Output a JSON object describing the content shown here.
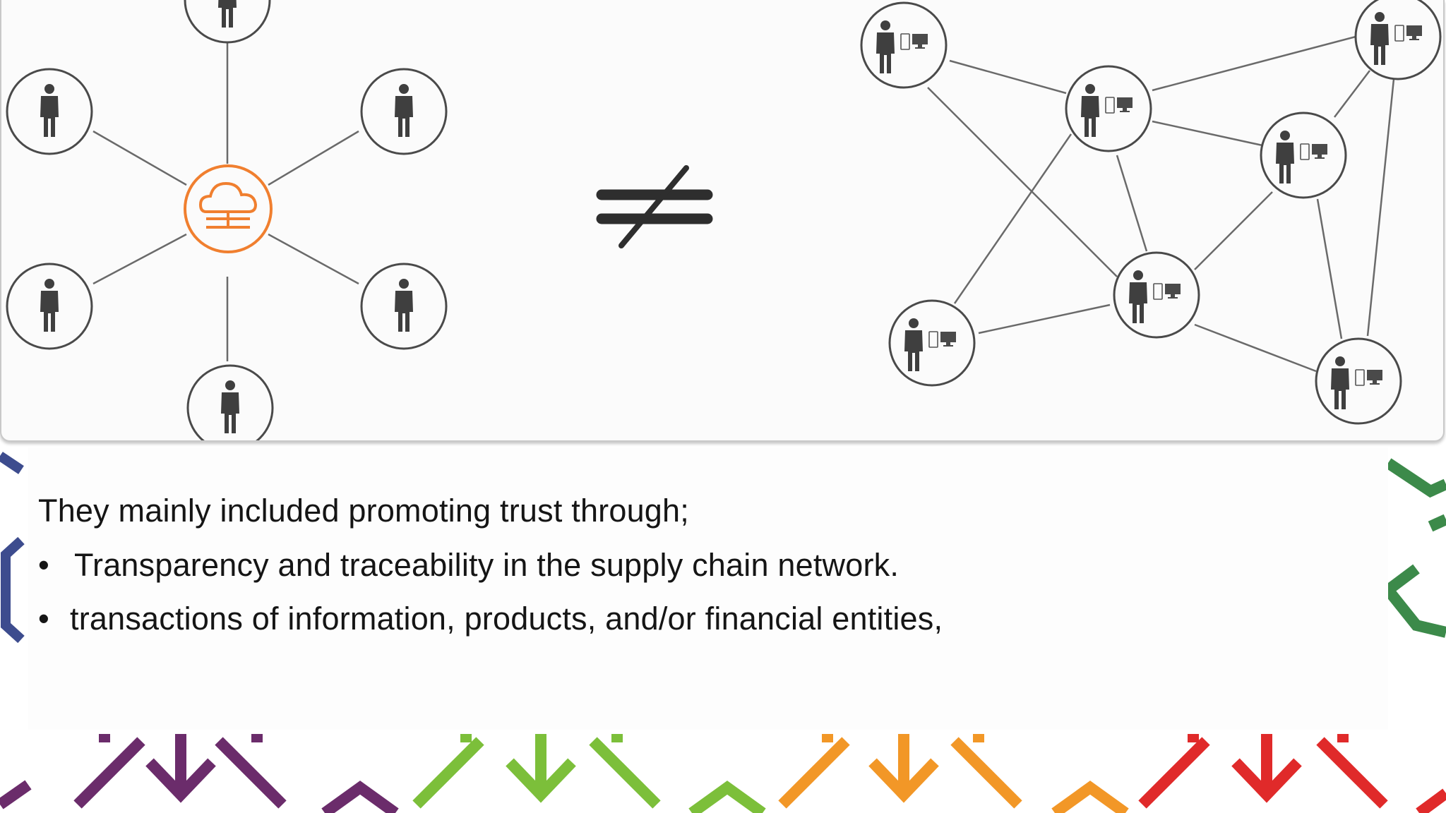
{
  "slide": {
    "intro": "They mainly included promoting trust through;",
    "bullets": [
      "Transparency and traceability in the supply chain network.",
      "transactions of information, products, and/or financial entities,"
    ],
    "bullet_symbol": "•"
  },
  "figure": {
    "left_network": "centralized",
    "relation_symbol": "≠",
    "right_network": "distributed",
    "hub_icon": "cloud-network-icon",
    "node_icon": "person-icon",
    "peer_icon": "person-computer-icon"
  },
  "colors": {
    "hub_orange": "#f07f2f",
    "icon_gray": "#3f3f3f",
    "line_gray": "#5f5f5f",
    "purple": "#6b2c6b",
    "green": "#7cbf3a",
    "orange": "#f29727",
    "red": "#e02a2a",
    "blue": "#3d4c8e",
    "dark_green": "#3c8a4a"
  }
}
